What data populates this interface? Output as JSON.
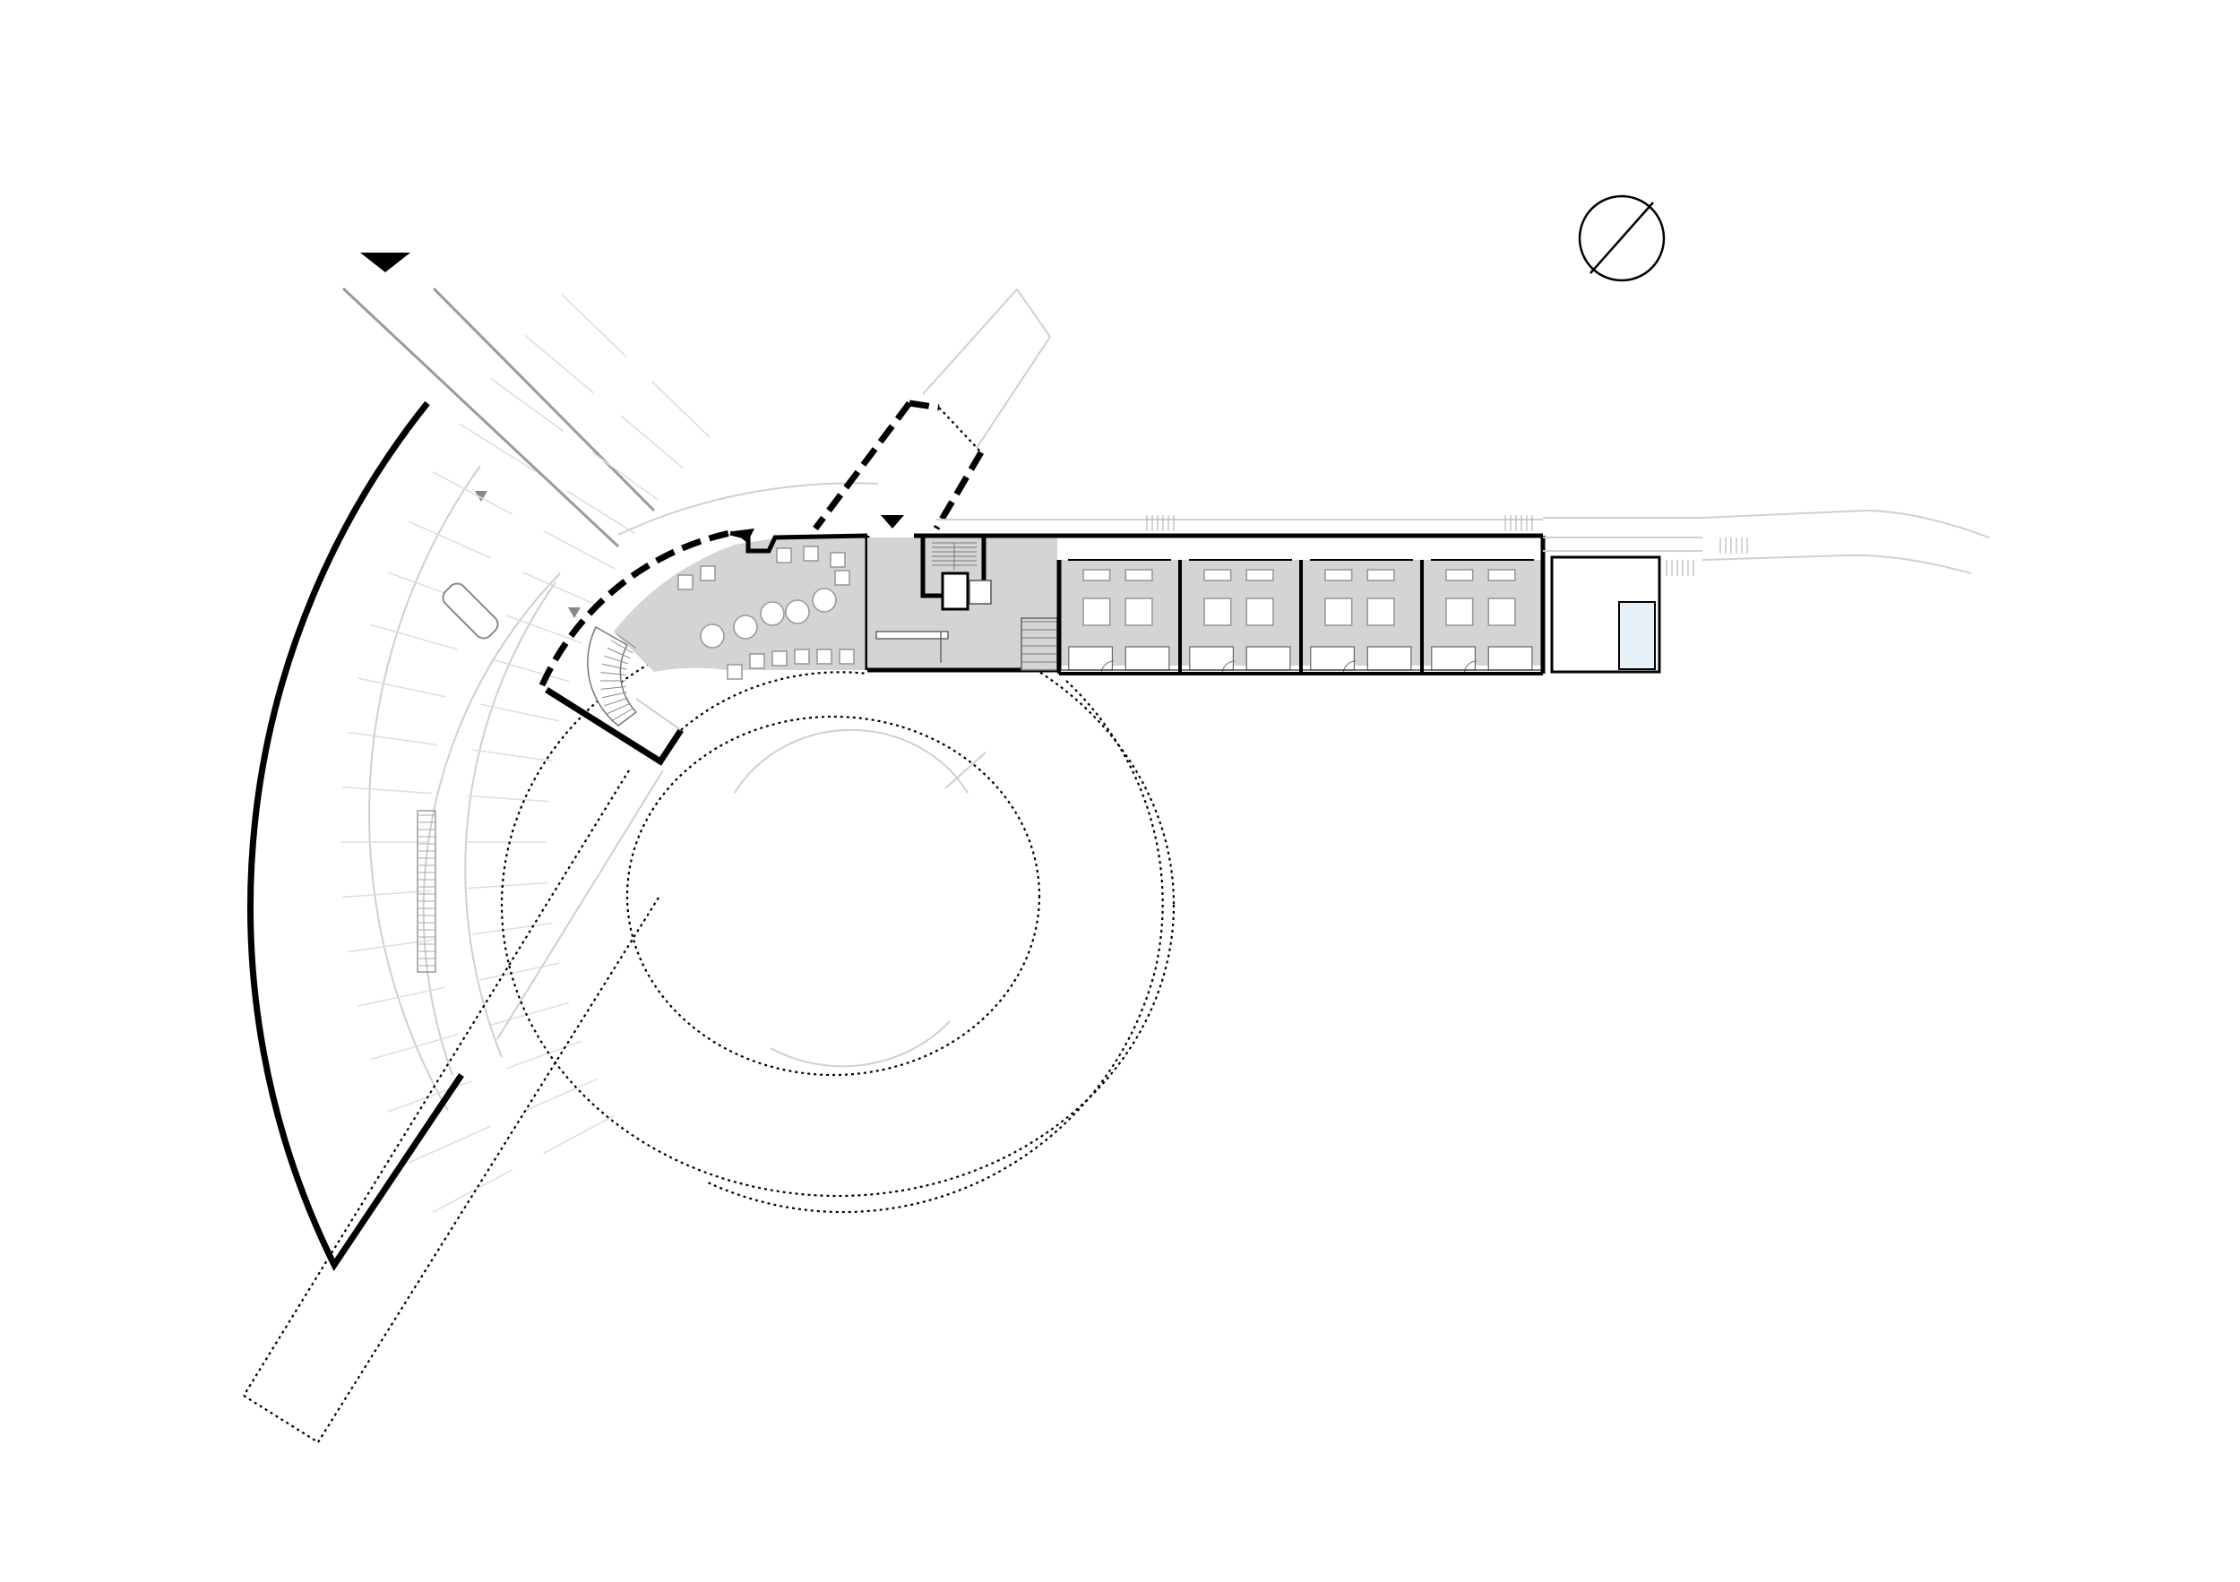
{
  "drawing": {
    "type": "architectural-floor-plan",
    "north_arrow_icon": "north-arrow-icon",
    "entrance_marker_icon": "entrance-triangle-icon",
    "colors": {
      "background": "#ffffff",
      "walls": "#000000",
      "interior_fill": "#d4d4d4",
      "context_lines": "#cfcfcf",
      "glass": "#e8f1f7"
    },
    "guest_rooms": 4,
    "entrances": 4
  }
}
